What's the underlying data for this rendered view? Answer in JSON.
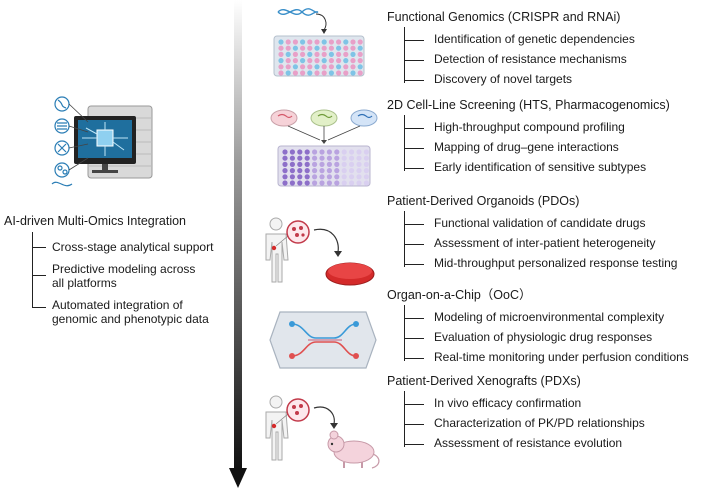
{
  "left_panel": {
    "title": "AI-driven Multi-Omics Integration",
    "items": [
      "Cross-stage analytical support",
      "Predictive modeling across\nall platforms",
      "Automated integration of\ngenomic and phenotypic data"
    ]
  },
  "stages": [
    {
      "title": "Functional Genomics (CRISPR and RNAi)",
      "items": [
        "Identification of genetic dependencies",
        "Detection of resistance mechanisms",
        "Discovery of novel targets"
      ],
      "icon": "dna-96-well-plate-icon"
    },
    {
      "title": "2D Cell-Line Screening (HTS, Pharmacogenomics)",
      "items": [
        "High-throughput compound profiling",
        "Mapping of drug–gene interactions",
        "Early identification of sensitive subtypes"
      ],
      "icon": "petri-dishes-plate-icon"
    },
    {
      "title": "Patient-Derived Organoids (PDOs)",
      "items": [
        "Functional validation of candidate drugs",
        "Assessment of inter-patient heterogeneity",
        "Mid-throughput personalized response testing"
      ],
      "icon": "patient-organoid-dish-icon"
    },
    {
      "title": "Organ-on-a-Chip（OoC）",
      "items": [
        "Modeling of microenvironmental complexity",
        "Evaluation of physiologic drug responses",
        "Real-time monitoring under perfusion conditions"
      ],
      "icon": "microfluidic-chip-icon"
    },
    {
      "title": "Patient-Derived Xenografts (PDXs)",
      "items": [
        "In vivo efficacy confirmation",
        "Characterization of PK/PD relationships",
        "Assessment of resistance evolution"
      ],
      "icon": "patient-mouse-icon"
    }
  ],
  "colors": {
    "plate_pink": "#e8a0c8",
    "plate_blue": "#7fc4e6",
    "plate_purple": "#b9a3e0",
    "dish_red": "#d42a2a",
    "chip_red": "#e05050",
    "chip_blue": "#3a9ad8",
    "arrow_dark": "#111111"
  }
}
